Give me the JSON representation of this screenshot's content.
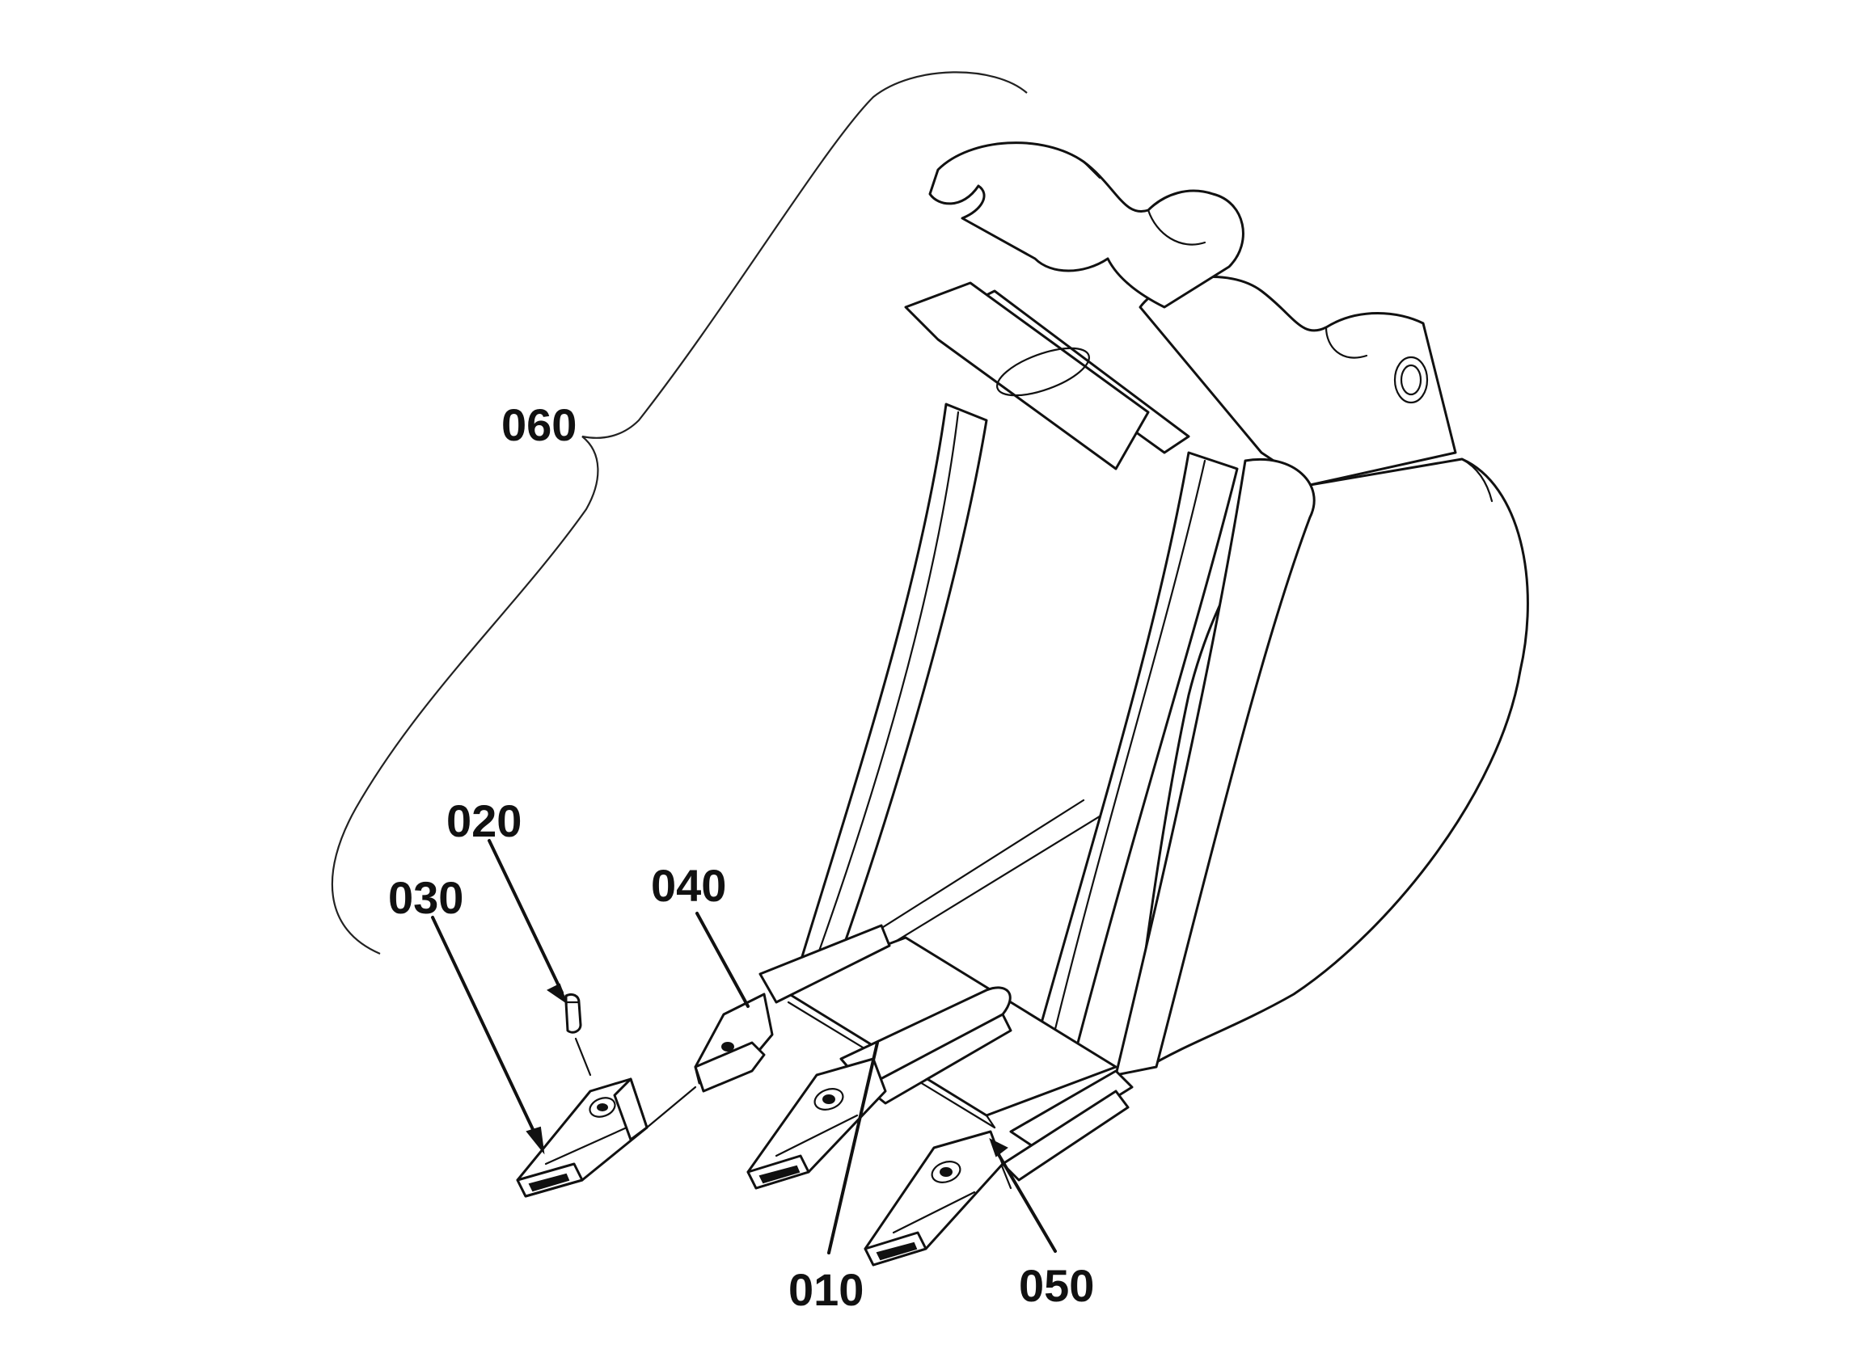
{
  "figure": {
    "callouts": {
      "bucket_assembly": "060",
      "retaining_pin": "020",
      "tooth_tip": "030",
      "side_adapter": "040",
      "center_adapter": "010",
      "side_cutter": "050"
    },
    "colors": {
      "line": "#111111",
      "background": "#ffffff"
    }
  }
}
